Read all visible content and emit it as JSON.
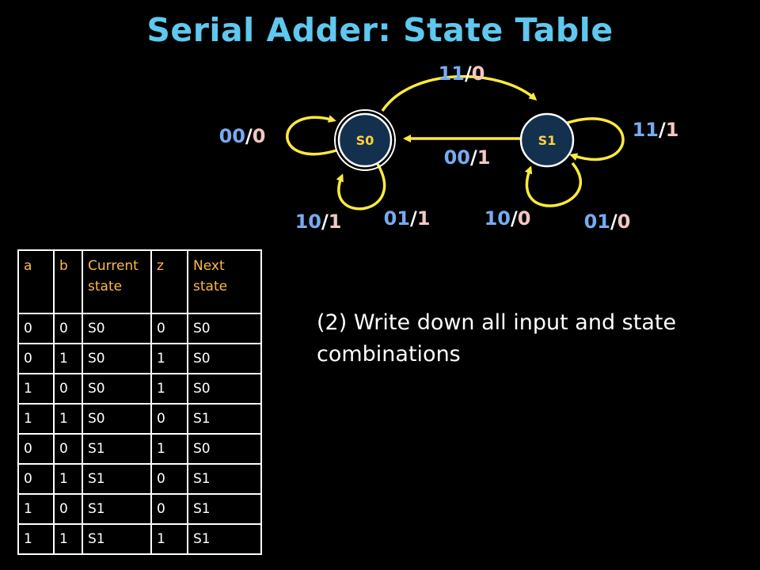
{
  "title": "Serial Adder: State Table",
  "diagram": {
    "states": [
      {
        "name": "S0",
        "initial": true
      },
      {
        "name": "S1",
        "initial": false
      }
    ],
    "transitions": [
      {
        "from": "S0",
        "to": "S1",
        "input": "11",
        "output": "0"
      },
      {
        "from": "S1",
        "to": "S0",
        "input": "00",
        "output": "1"
      },
      {
        "from": "S0",
        "to": "S0",
        "input": "00",
        "output": "0"
      },
      {
        "from": "S0",
        "to": "S0",
        "input": "10",
        "output": "1"
      },
      {
        "from": "S0",
        "to": "S0",
        "input": "01",
        "output": "1"
      },
      {
        "from": "S1",
        "to": "S1",
        "input": "11",
        "output": "1"
      },
      {
        "from": "S1",
        "to": "S1",
        "input": "10",
        "output": "0"
      },
      {
        "from": "S1",
        "to": "S1",
        "input": "01",
        "output": "0"
      }
    ],
    "colors": {
      "arrow": "#ffea3c",
      "state_fill": "#13304f",
      "state_text": "#ffd23a",
      "input": "#77aaf2",
      "output": "#f3c7c2"
    }
  },
  "table": {
    "headers": [
      "a",
      "b",
      "Current state",
      "z",
      "Next state"
    ],
    "rows": [
      [
        "0",
        "0",
        "S0",
        "0",
        "S0"
      ],
      [
        "0",
        "1",
        "S0",
        "1",
        "S0"
      ],
      [
        "1",
        "0",
        "S0",
        "1",
        "S0"
      ],
      [
        "1",
        "1",
        "S0",
        "0",
        "S1"
      ],
      [
        "0",
        "0",
        "S1",
        "1",
        "S0"
      ],
      [
        "0",
        "1",
        "S1",
        "0",
        "S1"
      ],
      [
        "1",
        "0",
        "S1",
        "0",
        "S1"
      ],
      [
        "1",
        "1",
        "S1",
        "1",
        "S1"
      ]
    ]
  },
  "instruction": "(2) Write down all input and state combinations"
}
